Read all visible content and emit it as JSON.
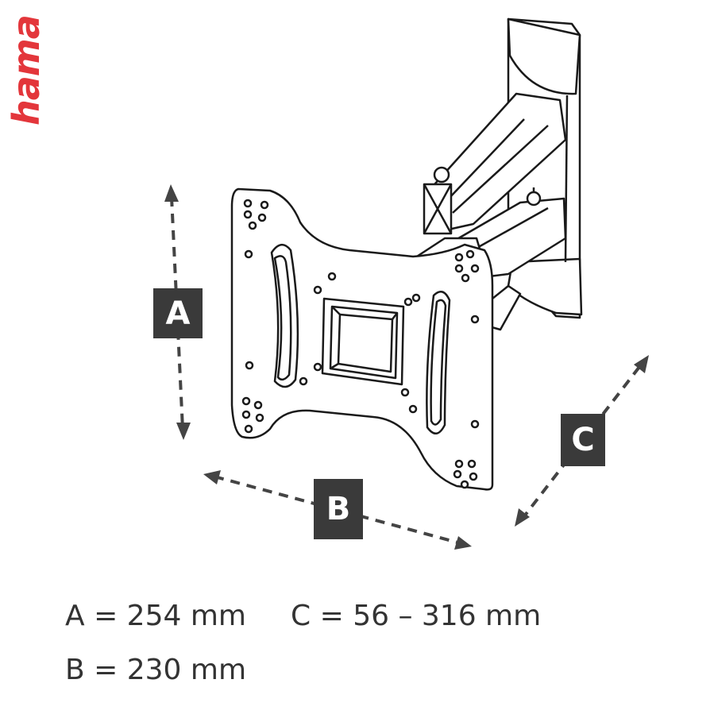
{
  "brand": {
    "logo_text": "hama",
    "logo_color": "#e3363b"
  },
  "labels": {
    "a": "A",
    "b": "B",
    "c": "C"
  },
  "dimensions": {
    "a": "A = 254 mm",
    "b": "B = 230 mm",
    "c": "C = 56 – 316 mm"
  },
  "colors": {
    "line": "#1a1a1a",
    "badge": "#3a3a3a",
    "arrow": "#444444"
  }
}
